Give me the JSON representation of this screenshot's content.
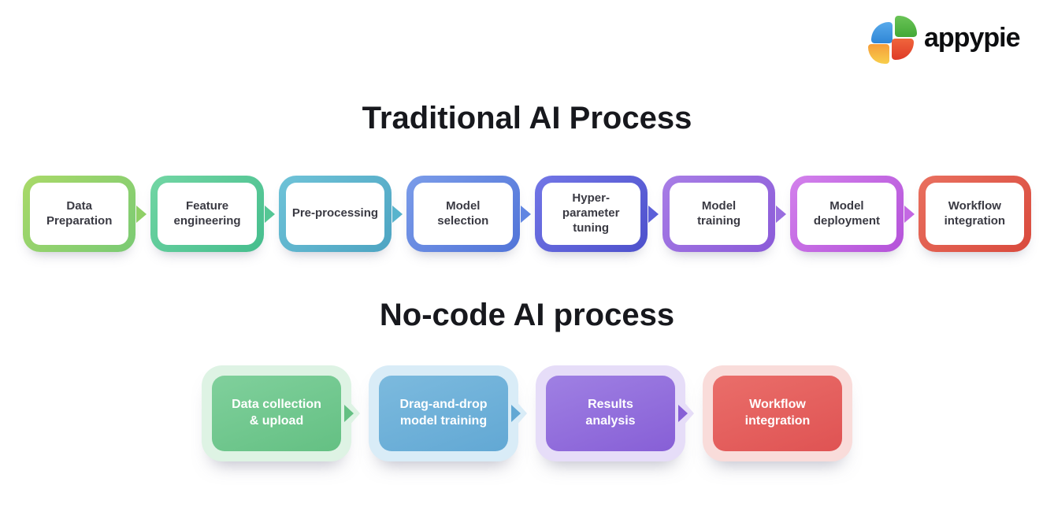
{
  "page": {
    "background": "#ffffff"
  },
  "logo": {
    "text": "appypie",
    "petals": [
      {
        "name": "blue",
        "from": "#58aaeb",
        "to": "#2f86d6"
      },
      {
        "name": "green",
        "from": "#6ac457",
        "to": "#43a936"
      },
      {
        "name": "yellow",
        "from": "#f59d3a",
        "to": "#f8ce4b"
      },
      {
        "name": "red",
        "from": "#f0653c",
        "to": "#de3b27"
      }
    ]
  },
  "traditional": {
    "title": "Traditional AI Process",
    "steps": [
      {
        "label": [
          "Data",
          "Preparation"
        ],
        "border_from": "#a9d968",
        "border_to": "#7aca74",
        "arrow_color": "#8fd066",
        "has_arrow": true
      },
      {
        "label": [
          "Feature",
          "engineering"
        ],
        "border_from": "#72d6a4",
        "border_to": "#45bd8d",
        "arrow_color": "#55c795",
        "has_arrow": true
      },
      {
        "label": [
          "Pre-processing"
        ],
        "border_from": "#6fc3d8",
        "border_to": "#4da4c2",
        "arrow_color": "#58b4cd",
        "has_arrow": true
      },
      {
        "label": [
          "Model",
          "selection"
        ],
        "border_from": "#7b9ce9",
        "border_to": "#5174d8",
        "arrow_color": "#6186e2",
        "has_arrow": true
      },
      {
        "label": [
          "Hyper-",
          "parameter",
          "tuning"
        ],
        "border_from": "#7276e6",
        "border_to": "#4d50cc",
        "arrow_color": "#5c60d9",
        "has_arrow": true
      },
      {
        "label": [
          "Model",
          "training"
        ],
        "border_from": "#a87ee6",
        "border_to": "#8a5ad8",
        "arrow_color": "#9a6ee0",
        "has_arrow": true
      },
      {
        "label": [
          "Model",
          "deployment"
        ],
        "border_from": "#d381ec",
        "border_to": "#b452d9",
        "arrow_color": "#c468e3",
        "has_arrow": true
      },
      {
        "label": [
          "Workflow",
          "integration"
        ],
        "border_from": "#e9705f",
        "border_to": "#d94a3d",
        "arrow_color": "#e05a4e",
        "has_arrow": false
      }
    ]
  },
  "nocode": {
    "title": "No-code AI process",
    "steps": [
      {
        "label": [
          "Data collection",
          "& upload"
        ],
        "fill_from": "#80d09c",
        "fill_to": "#64c083",
        "halo": "#def3e4",
        "has_arrow": true
      },
      {
        "label": [
          "Drag-and-drop",
          "model training"
        ],
        "fill_from": "#7cbade",
        "fill_to": "#62a8d4",
        "halo": "#d9ecf7",
        "has_arrow": true
      },
      {
        "label": [
          "Results",
          "analysis"
        ],
        "fill_from": "#9f80e3",
        "fill_to": "#875fd6",
        "halo": "#e6ddf8",
        "has_arrow": true
      },
      {
        "label": [
          "Workflow",
          "integration"
        ],
        "fill_from": "#ea6e6a",
        "fill_to": "#df5353",
        "halo": "#f9dcda",
        "has_arrow": false
      }
    ]
  }
}
